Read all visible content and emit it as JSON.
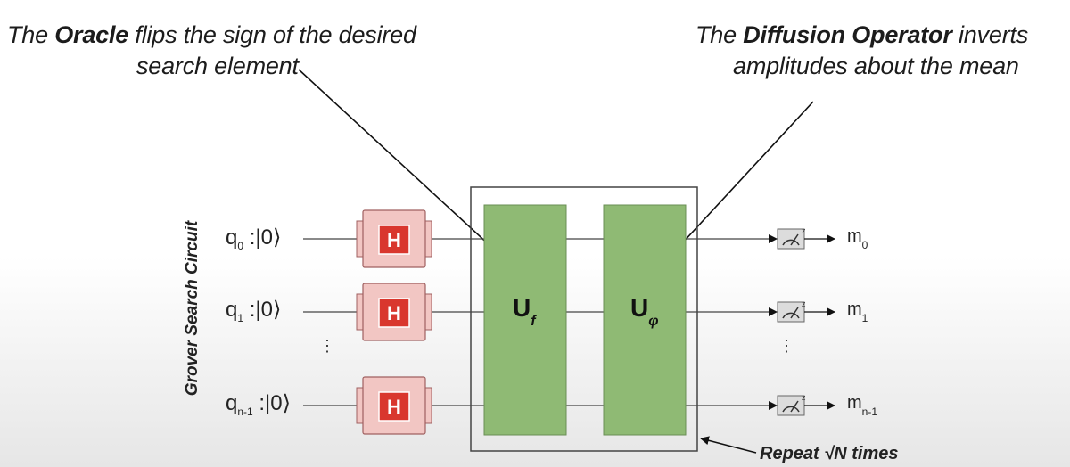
{
  "captions": {
    "oracle": {
      "bold": "Oracle",
      "pre": "The ",
      "post": " flips the sign of the desired",
      "line2": "search element"
    },
    "diffusion": {
      "bold": "Diffusion Operator",
      "pre": "The ",
      "post": " inverts",
      "line2": "amplitudes about the mean"
    }
  },
  "side_label": "Grover Search Circuit",
  "qubits": [
    {
      "name": "q",
      "sub": "0",
      "state": " :|0⟩"
    },
    {
      "name": "q",
      "sub": "1",
      "state": " :|0⟩"
    },
    {
      "name": "q",
      "sub": "n-1",
      "state": " :|0⟩"
    }
  ],
  "hadamard_label": "H",
  "oracle_gate": {
    "symbol": "U",
    "sub": "f"
  },
  "diffusion_gate": {
    "symbol": "U",
    "sub": "φ"
  },
  "measurement_label": "z",
  "outputs": [
    {
      "name": "m",
      "sub": "0"
    },
    {
      "name": "m",
      "sub": "1"
    },
    {
      "name": "m",
      "sub": "n-1"
    }
  ],
  "ellipsis": "⋮",
  "repeat_label": "Repeat √N times",
  "colors": {
    "gate_green": "#8fba74",
    "hadamard_red": "#d9372e",
    "hadamard_bg": "#f2c6c3"
  }
}
